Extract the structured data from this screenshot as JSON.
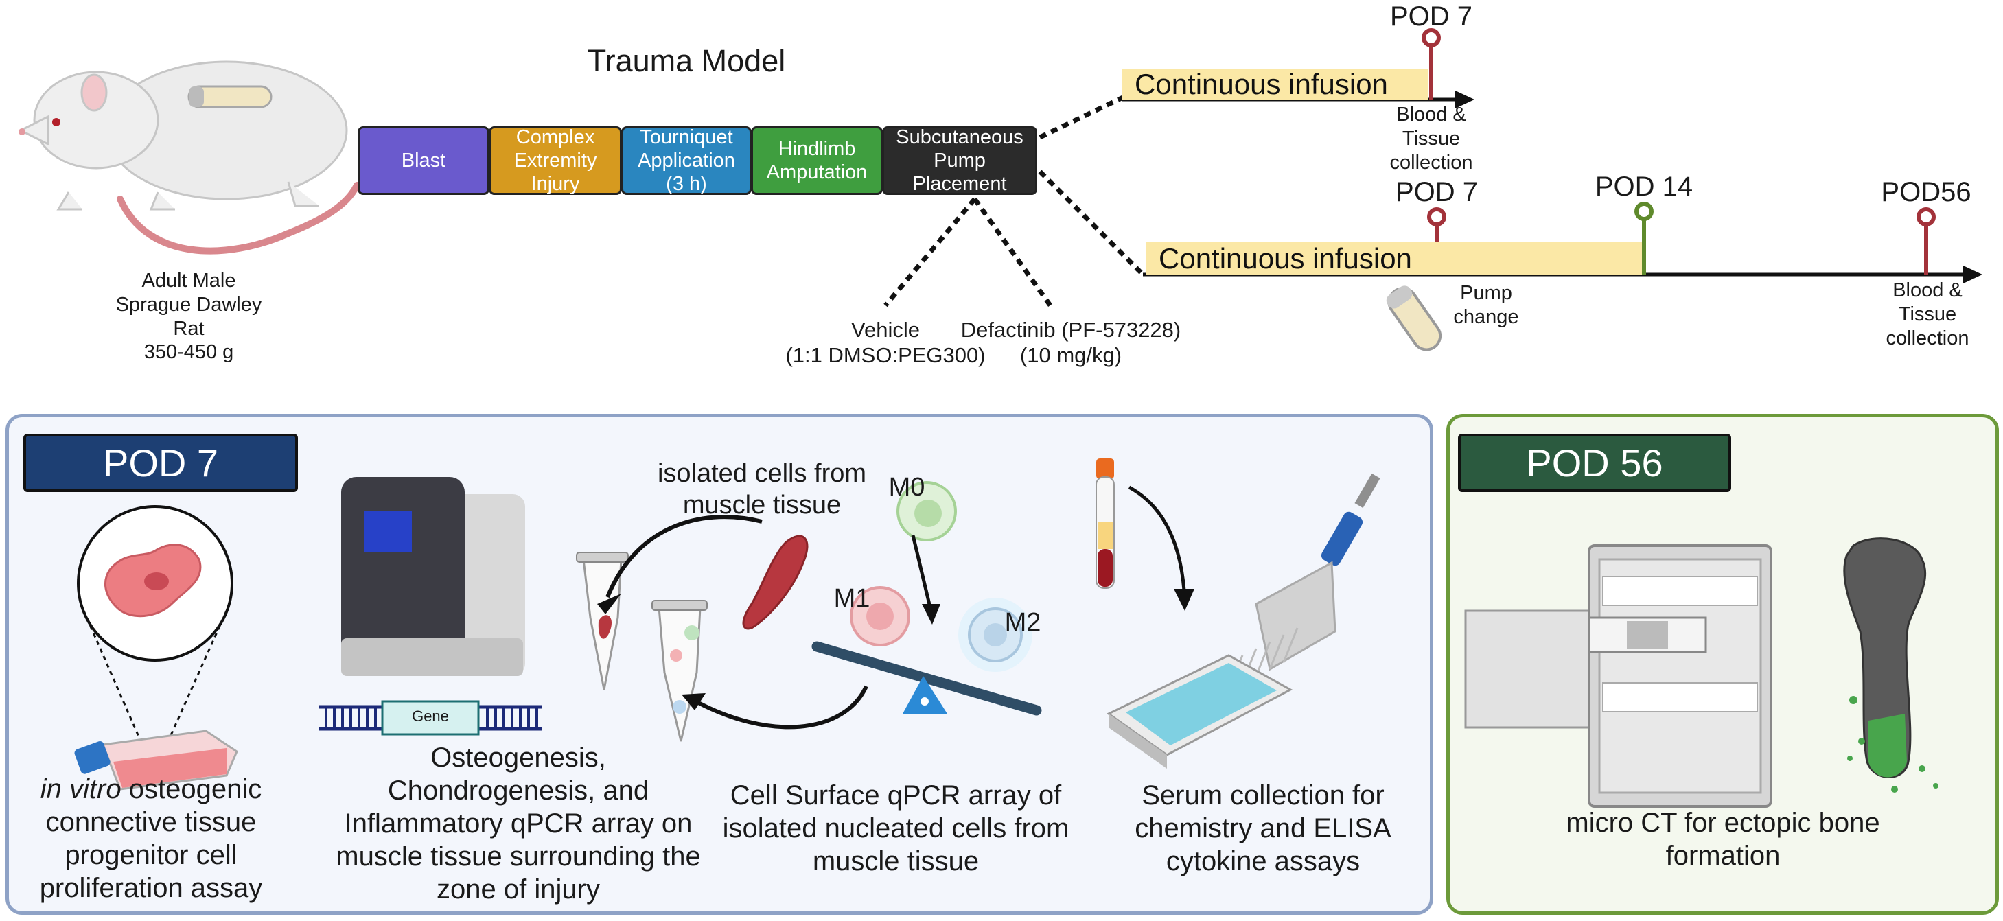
{
  "top": {
    "rat_caption": "Adult Male\nSprague Dawley\nRat\n350-450 g",
    "model_title": "Trauma Model",
    "steps": [
      {
        "label": "Blast",
        "color": "#6a5acd"
      },
      {
        "label": "Complex\nExtremity\nInjury",
        "color": "#d69a1f"
      },
      {
        "label": "Tourniquet\nApplication\n(3 h)",
        "color": "#2a86bf"
      },
      {
        "label": "Hindlimb\nAmputation",
        "color": "#3f9e3f"
      },
      {
        "label": "Subcutaneous\nPump\nPlacement",
        "color": "#2b2b2b"
      }
    ],
    "vehicle": "Vehicle\n(1:1 DMSO:PEG300)",
    "drug": "Defactinib (PF-573228)\n(10 mg/kg)",
    "timeline1": {
      "infusion": "Continuous infusion",
      "pod": "POD 7",
      "collection": "Blood &\nTissue\ncollection"
    },
    "timeline2": {
      "infusion": "Continuous infusion",
      "pod7": "POD 7",
      "pod14": "POD 14",
      "pod56": "POD56",
      "pump_change": "Pump\nchange",
      "collection": "Blood &\nTissue\ncollection"
    }
  },
  "pod7_panel": {
    "title": "POD 7",
    "assay1_prefix": "in vitro",
    "assay1_rest": " osteogenic\nconnective tissue\nprogenitor cell\nproliferation assay",
    "gene_label": "Gene",
    "assay2": "Osteogenesis,\nChondrogenesis, and\nInflammatory qPCR array on\nmuscle tissue surrounding the\nzone of injury",
    "isolated_label": "isolated cells from\nmuscle tissue",
    "m0": "M0",
    "m1": "M1",
    "m2": "M2",
    "assay3": "Cell Surface qPCR array of\nisolated nucleated cells from\nmuscle tissue",
    "assay4": "Serum collection for\nchemistry and ELISA\ncytokine assays"
  },
  "pod56_panel": {
    "title": "POD 56",
    "assay": "micro CT for ectopic bone\nformation"
  },
  "colors": {
    "pod7_header": "#1d3f73",
    "pod56_header": "#2b5a3f",
    "pod7_border": "#8ea2c6",
    "pod56_border": "#6c9a3a",
    "pod_marker": "#a3323a",
    "pod14_marker": "#5f8a2c"
  }
}
